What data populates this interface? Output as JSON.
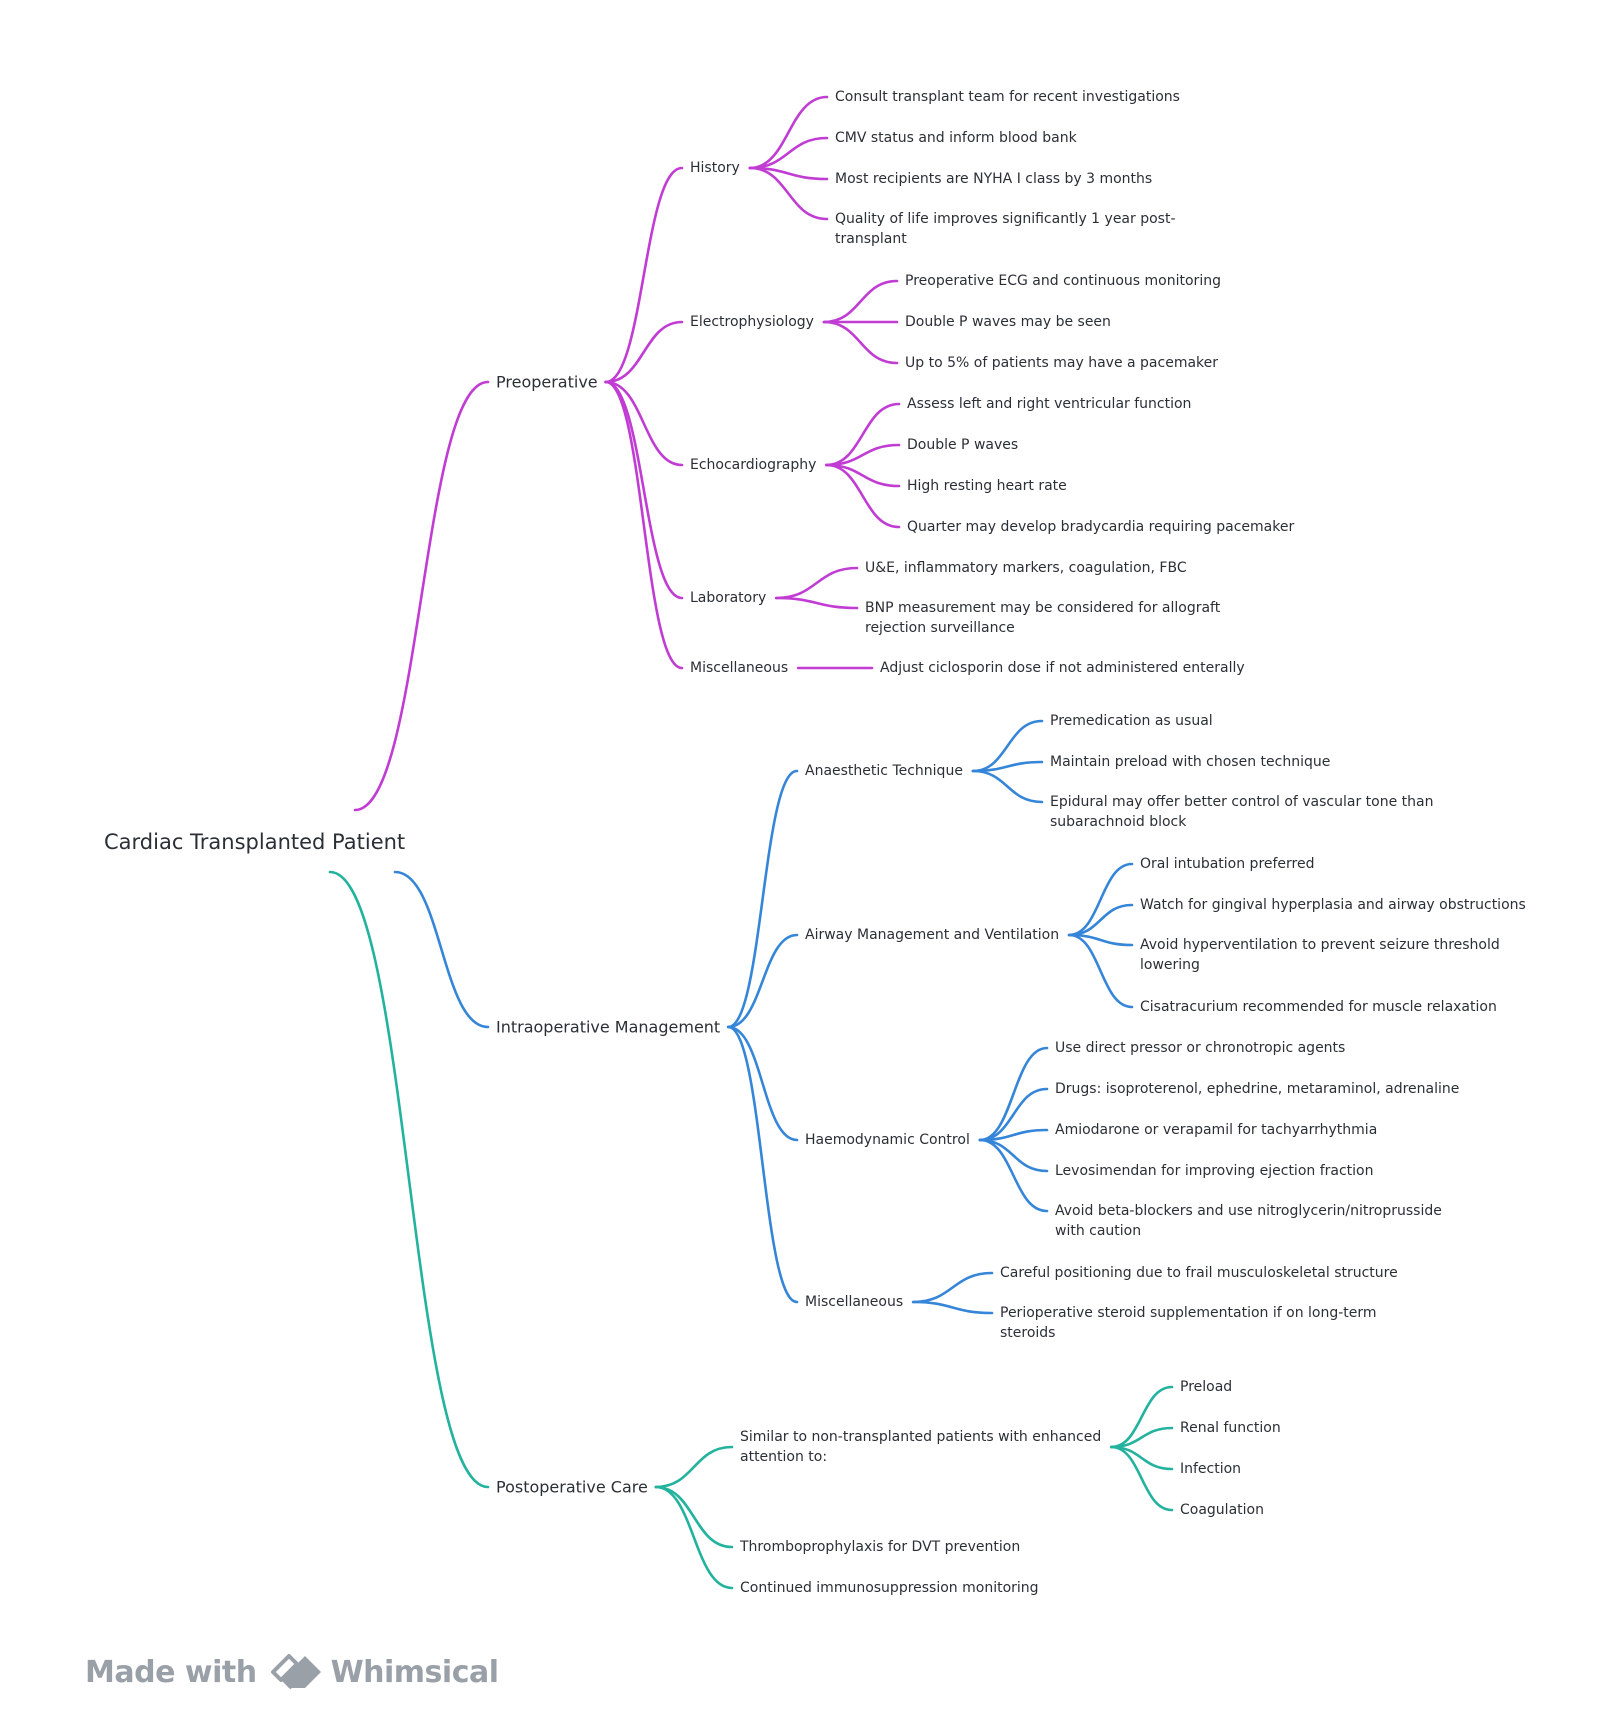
{
  "root": {
    "label": "Cardiac Transplanted Patient"
  },
  "colors": {
    "preoperative": "#c03cd3",
    "intraoperative": "#3585d8",
    "postoperative": "#22b29e"
  },
  "branches": [
    {
      "id": "preoperative",
      "label": "Preoperative",
      "children": [
        {
          "label": "History",
          "children": [
            "Consult transplant team for recent investigations",
            "CMV status and inform blood bank",
            "Most recipients are NYHA I class by 3 months",
            [
              "Quality of life improves significantly 1 year post-",
              "transplant"
            ]
          ]
        },
        {
          "label": "Electrophysiology",
          "children": [
            "Preoperative ECG and continuous monitoring",
            "Double P waves may be seen",
            "Up to 5% of patients may have a pacemaker"
          ]
        },
        {
          "label": "Echocardiography",
          "children": [
            "Assess left and right ventricular function",
            "Double P waves",
            "High resting heart rate",
            "Quarter may develop bradycardia requiring pacemaker"
          ]
        },
        {
          "label": "Laboratory",
          "children": [
            "U&E, inflammatory markers, coagulation, FBC",
            [
              "BNP measurement may be considered for allograft",
              "rejection surveillance"
            ]
          ]
        },
        {
          "label": "Miscellaneous",
          "children": [
            "Adjust ciclosporin dose if not administered enterally"
          ]
        }
      ]
    },
    {
      "id": "intraoperative",
      "label": "Intraoperative Management",
      "children": [
        {
          "label": "Anaesthetic Technique",
          "children": [
            "Premedication as usual",
            "Maintain preload with chosen technique",
            [
              "Epidural may offer better control of vascular tone than",
              "subarachnoid block"
            ]
          ]
        },
        {
          "label": "Airway Management and Ventilation",
          "children": [
            "Oral intubation preferred",
            "Watch for gingival hyperplasia and airway obstructions",
            [
              "Avoid hyperventilation to prevent seizure threshold",
              "lowering"
            ],
            "Cisatracurium recommended for muscle relaxation"
          ]
        },
        {
          "label": "Haemodynamic Control",
          "children": [
            "Use direct pressor or chronotropic agents",
            "Drugs: isoproterenol, ephedrine, metaraminol, adrenaline",
            "Amiodarone or verapamil for tachyarrhythmia",
            "Levosimendan for improving ejection fraction",
            [
              "Avoid beta-blockers and use nitroglycerin/nitroprusside",
              "with caution"
            ]
          ]
        },
        {
          "label": "Miscellaneous",
          "children": [
            "Careful positioning due to frail musculoskeletal structure",
            [
              "Perioperative steroid supplementation if on long-term",
              "steroids"
            ]
          ]
        }
      ]
    },
    {
      "id": "postoperative",
      "label": "Postoperative Care",
      "children": [
        {
          "label": [
            "Similar to non-transplanted patients with enhanced",
            "attention to:"
          ],
          "children": [
            "Preload",
            "Renal function",
            "Infection",
            "Coagulation"
          ]
        },
        {
          "label": "Thromboprophylaxis for DVT prevention",
          "children": []
        },
        {
          "label": "Continued immunosuppression monitoring",
          "children": []
        }
      ]
    }
  ],
  "watermark": {
    "prefix": "Made with",
    "brand": "Whimsical"
  }
}
